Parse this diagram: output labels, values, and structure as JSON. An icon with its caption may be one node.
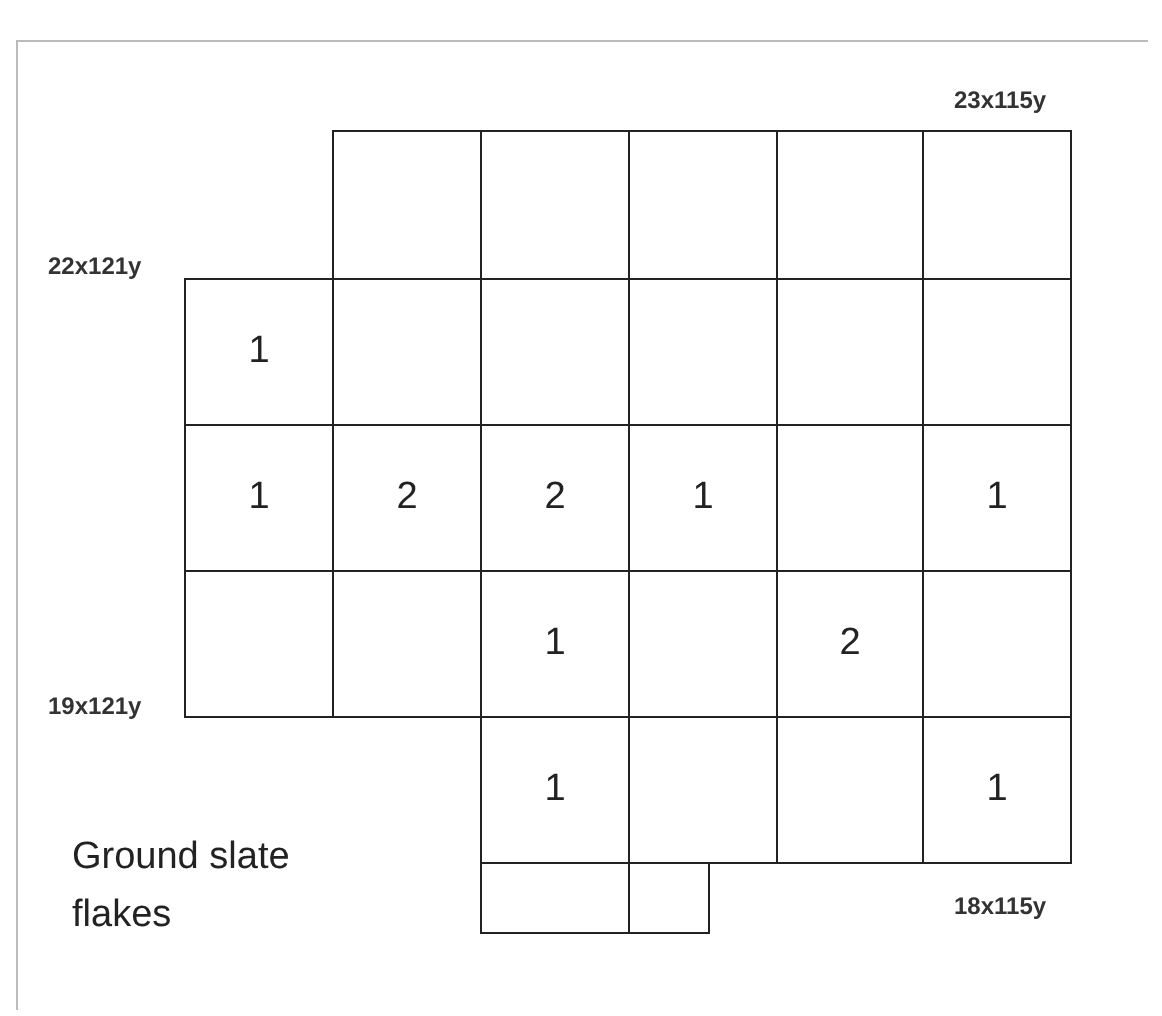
{
  "diagram": {
    "labels": [
      "23x115y",
      "22x121y",
      "1",
      "1",
      "2",
      "2",
      "1",
      "1",
      "1",
      "2",
      "19x121y",
      "1",
      "1",
      "Ground slate flakes",
      "18x115y"
    ]
  }
}
